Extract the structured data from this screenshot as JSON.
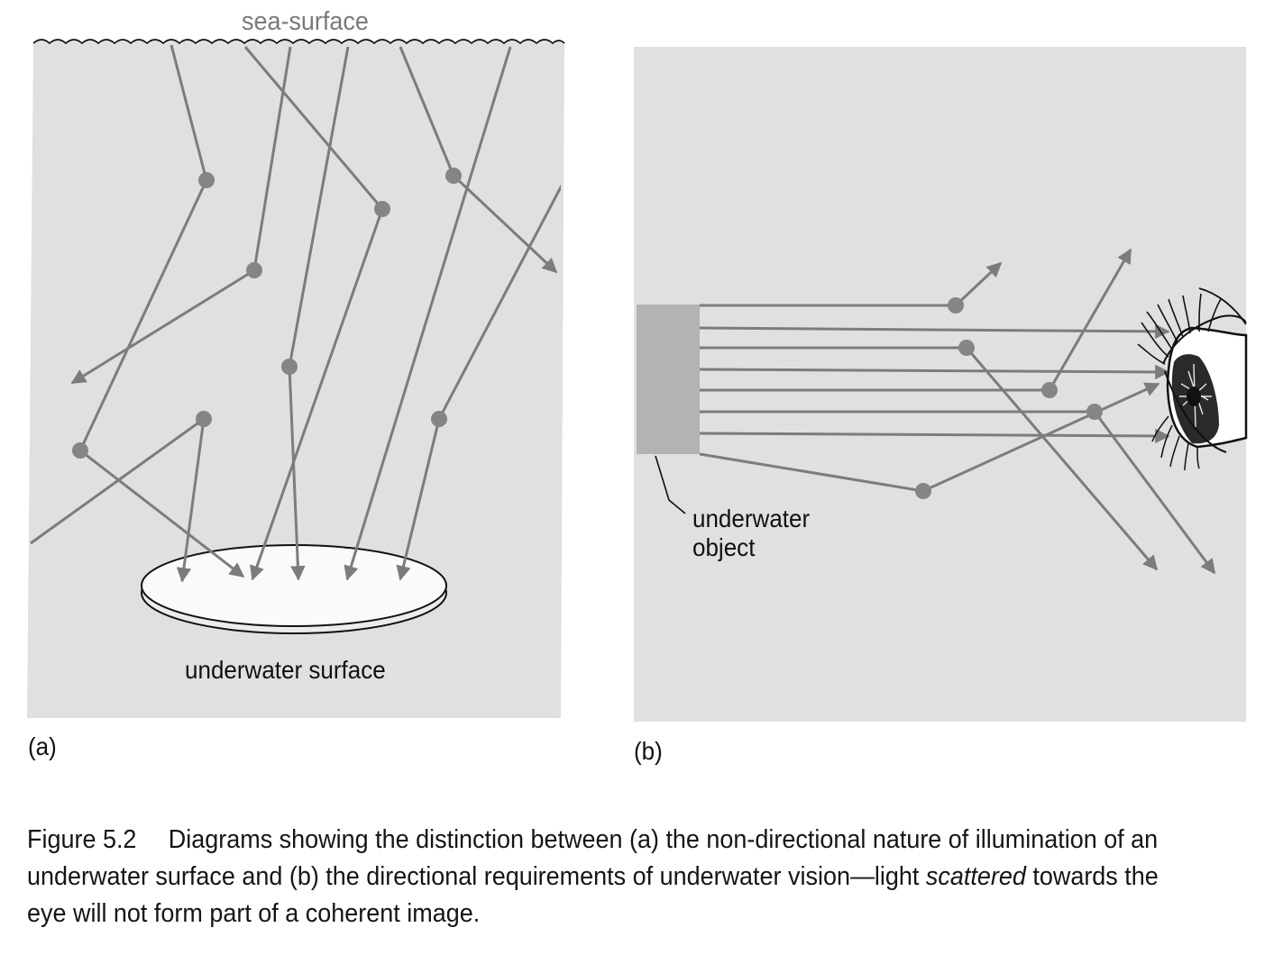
{
  "diagram": {
    "labels": {
      "sea_surface": "sea-surface",
      "underwater_surface": "underwater surface",
      "underwater_object_line1": "underwater",
      "underwater_object_line2": "object",
      "panel_a": "(a)",
      "panel_b": "(b)"
    },
    "colors": {
      "water": "#e0e0e0",
      "ray": "#7c7c7c",
      "dot": "#858585",
      "object": "#b3b3b3",
      "disc": "#fafafa",
      "outline": "#111111"
    }
  },
  "caption": {
    "figure_number": "Figure 5.2",
    "text_before": "Diagrams showing the distinction between (a) the non-directional nature of illumination of an underwater surface and (b) the directional requirements of underwater vision—light ",
    "emphasis": "scattered",
    "text_after": " towards the eye will not form part of a coherent image."
  }
}
